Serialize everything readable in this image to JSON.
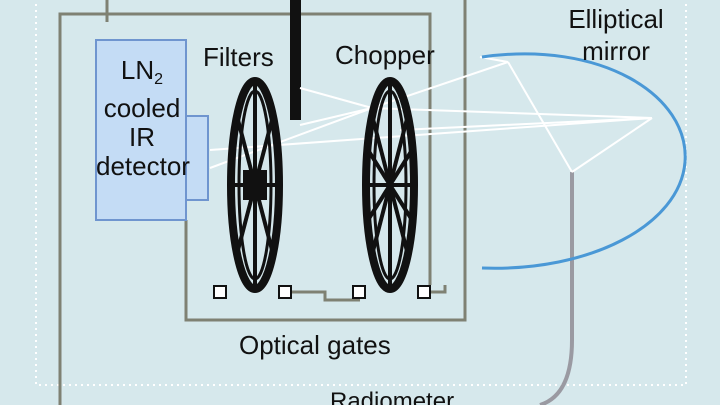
{
  "labels": {
    "filters": "Filters",
    "chopper": "Chopper",
    "mirror_line1": "Elliptical",
    "mirror_line2": "mirror",
    "detector_line1": "LN",
    "detector_sub": "2",
    "detector_line2": "cooled",
    "detector_line3": "IR",
    "detector_line4": "detector",
    "optical_gates": "Optical gates",
    "radiometer": "Radiometer"
  },
  "colors": {
    "background": "#d6e8ec",
    "wire": "#7f8173",
    "mirror": "#4a98d6",
    "detector_fill": "#c4dcf5",
    "detector_stroke": "#6f95cf",
    "beam": "#ffffff",
    "wheel": "#111111",
    "cable": "#9a9aa2"
  }
}
